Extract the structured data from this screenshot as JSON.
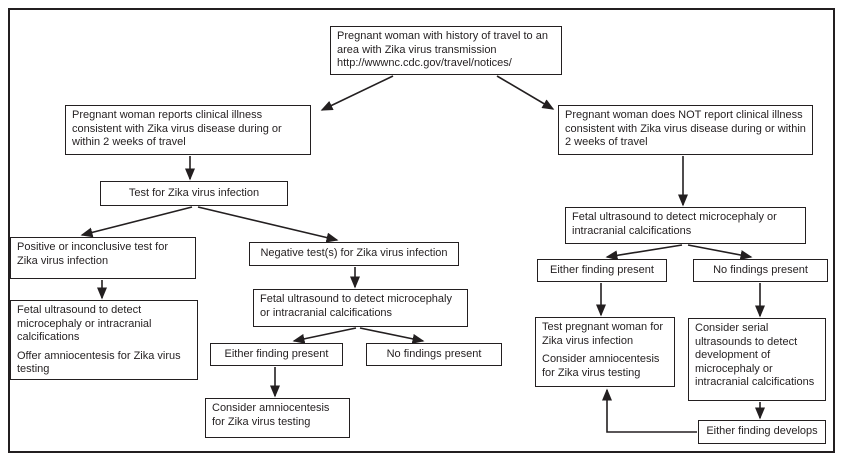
{
  "diagram": {
    "nodes": {
      "root": {
        "text": "Pregnant woman with history of travel to an area with Zika virus transmission http://wwwnc.cdc.gov/travel/notices/"
      },
      "illness_yes": {
        "text": "Pregnant woman reports clinical illness consistent with Zika virus disease during or within 2 weeks of travel"
      },
      "illness_no": {
        "text": "Pregnant woman does NOT report clinical illness consistent with Zika virus disease during or within 2 weeks of travel"
      },
      "test_zika": {
        "text": "Test for Zika virus infection"
      },
      "positive": {
        "text": "Positive or inconclusive test for Zika virus infection"
      },
      "negative": {
        "text": "Negative test(s) for Zika virus infection"
      },
      "left_outcome": {
        "line1": "Fetal ultrasound to detect microcephaly or intracranial calcifications",
        "line2": "Offer amniocentesis for Zika virus testing"
      },
      "mid_fetal": {
        "text": "Fetal ultrasound to detect microcephaly or intracranial calcifications"
      },
      "mid_either": {
        "text": "Either finding present"
      },
      "mid_nofind": {
        "text": "No findings present"
      },
      "consider_amnio": {
        "text": "Consider amniocentesis for Zika virus testing"
      },
      "right_fetal": {
        "text": "Fetal ultrasound to detect microcephaly or intracranial calcifications"
      },
      "right_either": {
        "text": "Either finding present"
      },
      "right_nofind": {
        "text": "No findings present"
      },
      "test_pregnant": {
        "line1": "Test pregnant woman for Zika virus infection",
        "line2": "Consider amniocentesis for Zika virus testing"
      },
      "consider_serial": {
        "text": "Consider serial ultrasounds to detect development of microcephaly or intracranial calcifications"
      },
      "either_develops": {
        "text": "Either finding develops"
      }
    },
    "colors": {
      "line": "#231f20",
      "box_border": "#231f20",
      "text": "#231f20",
      "background": "#ffffff"
    }
  }
}
